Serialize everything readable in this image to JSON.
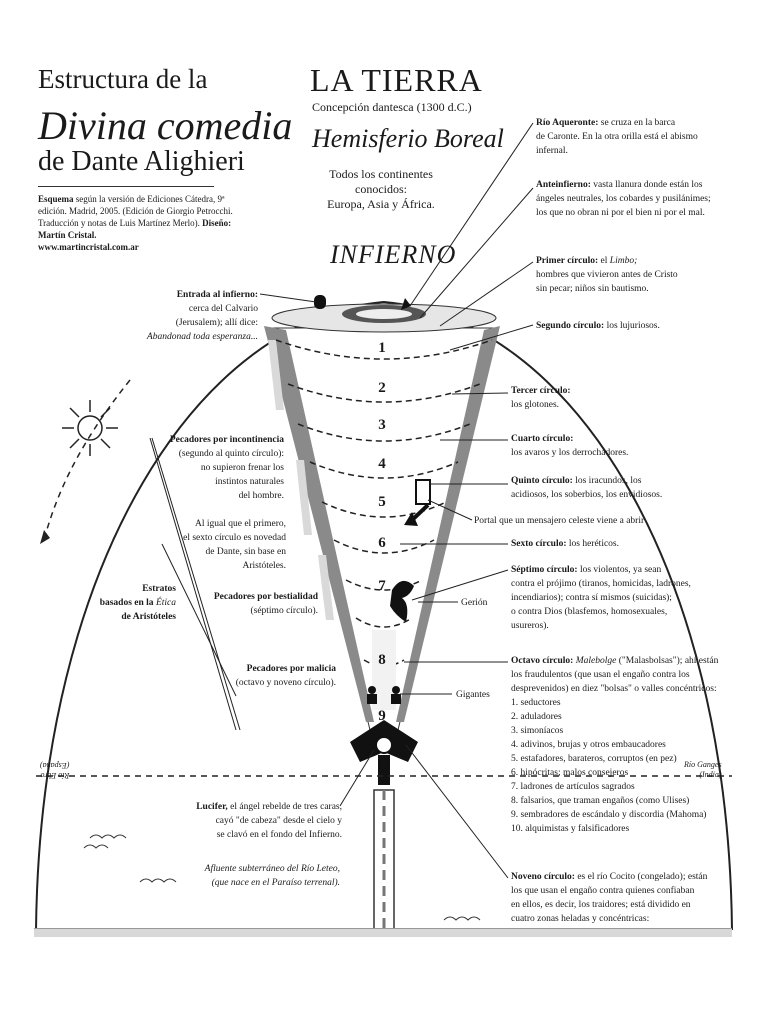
{
  "header": {
    "title_line1": "Estructura de la",
    "title_line2": "Divina comedia",
    "title_line3": "de Dante Alighieri",
    "credits_label": "Esquema",
    "credits_text": "según la versión de Ediciones Cátedra, 9ª edición. Madrid, 2005. (Edición de Giorgio Petrocchi. Traducción y notas de Luis Martínez Merlo).",
    "design_label": "Diseño: Martín Cristal.",
    "website": "www.martincristal.com.ar"
  },
  "earth": {
    "title": "LA TIERRA",
    "subtitle": "Concepción dantesca (1300 d.C.)",
    "hemisphere": "Hemisferio Boreal",
    "continents_line1": "Todos los continentes conocidos:",
    "continents_line2": "Europa, Asia y África."
  },
  "inferno_title": "INFIERNO",
  "left_notes": {
    "entrance_title": "Entrada al infierno:",
    "entrance_l1": "cerca del Calvario",
    "entrance_l2": "(Jerusalem); allí dice:",
    "entrance_l3": "Abandonad toda esperanza...",
    "incontinence_title": "Pecadores por incontinencia",
    "incontinence_l1": "(segundo al quinto círculo):",
    "incontinence_l2": "no supieron frenar los",
    "incontinence_l3": "instintos naturales",
    "incontinence_l4": "del hombre.",
    "sixth_l1": "Al igual que el primero,",
    "sixth_l2": "el sexto círculo es novedad",
    "sixth_l3": "de Dante, sin base en",
    "sixth_l4": "Aristóteles.",
    "strata_l1": "Estratos",
    "strata_l2": "basados en la",
    "strata_l2_italic": "Ética",
    "strata_l3": "de Aristóteles",
    "bestiality_title": "Pecadores por bestialidad",
    "bestiality_l1": "(séptimo círculo).",
    "malice_title": "Pecadores por malicia",
    "malice_l1": "(octavo y noveno círculo).",
    "lucifer_title": "Lucifer,",
    "lucifer_l1": "el ángel rebelde de tres caras,",
    "lucifer_l2": "cayó \"de cabeza\" desde el cielo y",
    "lucifer_l3": "se clavó en el fondo del Infierno.",
    "lete_l1": "Afluente subterráneo del Río Leteo,",
    "lete_l2": "(que nace en el Paraíso terrenal).",
    "river_left_l1": "Río Ebro",
    "river_left_l2": "(España)"
  },
  "right_notes": {
    "acheron_title": "Río Aqueronte:",
    "acheron_l1": "se cruza en la barca",
    "acheron_l2": "de Caronte. En la otra orilla está el abismo",
    "acheron_l3": "infernal.",
    "antehell_title": "Anteinfierno:",
    "antehell_l1": "vasta llanura donde están los",
    "antehell_l2": "ángeles neutrales, los cobardes y pusilánimes;",
    "antehell_l3": "los que no obran ni por el bien ni por el mal.",
    "c1_title": "Primer círculo:",
    "c1_l0": "el",
    "c1_limbo": "Limbo;",
    "c1_l1": "hombres que vivieron antes de Cristo",
    "c1_l2": "sin pecar; niños sin bautismo.",
    "c2_title": "Segundo círculo:",
    "c2_l1": "los lujuriosos.",
    "c3_title": "Tercer círculo:",
    "c3_l1": "los glotones.",
    "c4_title": "Cuarto círculo:",
    "c4_l1": "los avaros y los derrochadores.",
    "c5_title": "Quinto círculo:",
    "c5_l1": "los iracundos, los",
    "c5_l2": "acidiosos, los soberbios, los envidiosos.",
    "portal": "Portal que un mensajero celeste viene a abrir",
    "c6_title": "Sexto círculo:",
    "c6_l1": "los heréticos.",
    "c7_title": "Séptimo círculo:",
    "c7_l1": "los violentos, ya sean",
    "c7_l2": "contra el prójimo (tiranos, homicidas, ladrones,",
    "c7_l3": "incendiarios); contra sí mismos (suicidas);",
    "c7_l4": "o contra Dios (blasfemos, homosexuales,",
    "c7_l5": "usureros).",
    "geryon": "Gerión",
    "giants": "Gigantes",
    "c8_title": "Octavo círculo:",
    "c8_malebolge": "Malebolge",
    "c8_l1": "(\"Malasbolsas\"); ahí están",
    "c8_l2": "los fraudulentos (que usan el engaño contra los",
    "c8_l3": "desprevenidos) en diez \"bolsas\" o valles concéntricos:",
    "c8_list": [
      "1. seductores",
      "2. aduladores",
      "3. simoníacos",
      "4. adivinos, brujas y otros embaucadores",
      "5. estafadores, barateros, corruptos (en pez)",
      "6. hipócritas; malos consejeros",
      "7. ladrones de artículos sagrados",
      "8. falsarios, que traman engaños (como Ulises)",
      "9. sembradores de escándalo y discordia (Mahoma)",
      "10. alquimistas y falsificadores"
    ],
    "c9_title": "Noveno círculo:",
    "c9_l1": "es el río Cocito (congelado); están",
    "c9_l2": "los que usan el engaño contra quienes confiaban",
    "c9_l3": "en ellos, es decir, los traidores; está dividido en",
    "c9_l4": "cuatro zonas heladas y concéntricas:",
    "river_right_l1": "Río Ganges",
    "river_right_l2": "(India)"
  },
  "circles": [
    "1",
    "2",
    "3",
    "4",
    "5",
    "6",
    "7",
    "8",
    "9"
  ]
}
